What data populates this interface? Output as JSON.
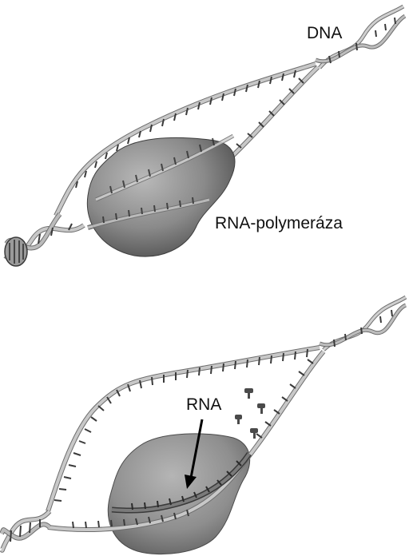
{
  "labels": {
    "dna": "DNA",
    "polymerase": "RNA-polymeráza",
    "rna": "RNA"
  },
  "colors": {
    "background": "#ffffff",
    "backbone": "#bdbdbd",
    "backbone_outline": "#6e6e6e",
    "base_pairs": "#3a3a3a",
    "enzyme": "#8a8a8a",
    "enzyme_shadow": "#4a4a4a",
    "rna_strand": "#555555",
    "arrow": "#000000",
    "text": "#111111"
  }
}
